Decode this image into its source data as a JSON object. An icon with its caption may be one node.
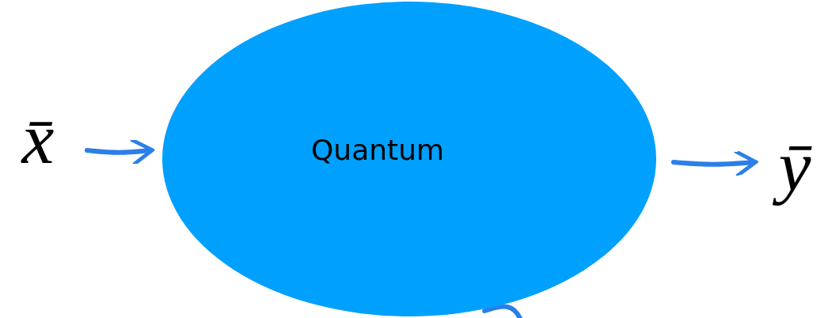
{
  "diagram": {
    "nodes": [
      {
        "text": [
          "x̄"
        ]
      },
      {
        "text": [
          "Quantum"
        ]
      },
      {
        "text": [
          "ȳ"
        ]
      }
    ],
    "edges": [
      {
        "from": 0,
        "to": 1,
        "arrow": "to"
      },
      {
        "from": 1,
        "to": 2,
        "arrow": "to"
      },
      {
        "from": 1,
        "to": null,
        "arrow": "none"
      }
    ]
  }
}
